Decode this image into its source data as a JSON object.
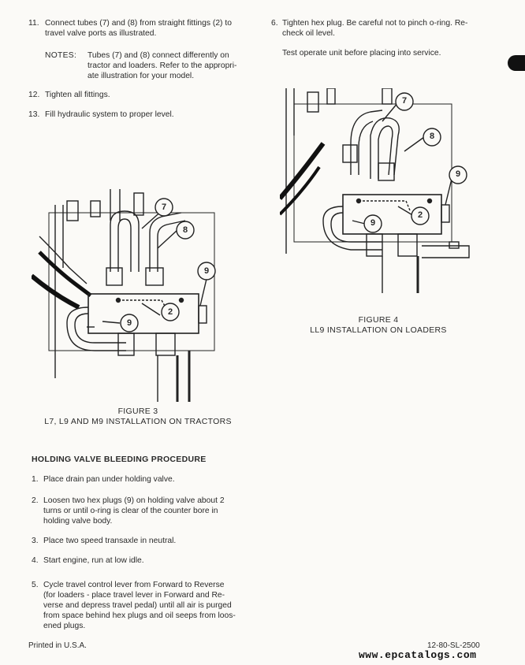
{
  "left_steps": [
    {
      "num": "11.",
      "text_lines": [
        "Connect tubes (7) and (8) from straight fittings (2) to",
        "travel valve ports as illustrated."
      ]
    },
    {
      "num": "12.",
      "text_lines": [
        "Tighten all fittings."
      ]
    },
    {
      "num": "13.",
      "text_lines": [
        "Fill hydraulic system to proper level."
      ]
    }
  ],
  "notes": {
    "label": "NOTES:",
    "text_lines": [
      "Tubes (7) and (8) connect differently on",
      "tractor and loaders. Refer to the appropri-",
      "ate illustration for your model."
    ]
  },
  "right_steps": [
    {
      "num": "6.",
      "text_lines": [
        "Tighten hex plug. Be careful not to pinch o-ring. Re-",
        "check oil level."
      ]
    }
  ],
  "test_note": "Test operate unit before placing into service.",
  "figure3": {
    "title": "FIGURE 3",
    "subtitle": "L7, L9 AND M9 INSTALLATION ON TRACTORS",
    "callouts": [
      "7",
      "8",
      "9",
      "2",
      "9"
    ]
  },
  "figure4": {
    "title": "FIGURE 4",
    "subtitle": "LL9 INSTALLATION ON LOADERS",
    "callouts": [
      "7",
      "8",
      "9",
      "2",
      "9"
    ]
  },
  "bleeding": {
    "heading": "HOLDING VALVE BLEEDING PROCEDURE",
    "steps": [
      {
        "num": "1.",
        "text_lines": [
          "Place drain pan under holding valve."
        ]
      },
      {
        "num": "2.",
        "text_lines": [
          "Loosen two hex plugs (9)  on holding valve about 2",
          "turns or until o-ring is clear of the  counter bore in",
          "holding valve body."
        ]
      },
      {
        "num": "3.",
        "text_lines": [
          "Place two speed transaxle in neutral."
        ]
      },
      {
        "num": "4.",
        "text_lines": [
          "Start engine, run at low idle."
        ]
      },
      {
        "num": "5.",
        "text_lines": [
          "Cycle travel control lever from Forward to  Reverse",
          "(for loaders - place travel lever in Forward and Re-",
          "verse and depress travel pedal) until all air is purged",
          "from space behind hex plugs and oil seeps from loos-",
          "ened plugs."
        ]
      }
    ]
  },
  "footer": {
    "left": "Printed in U.S.A.",
    "right": "12-80-SL-2500"
  },
  "watermark": "www.epcatalogs.com"
}
